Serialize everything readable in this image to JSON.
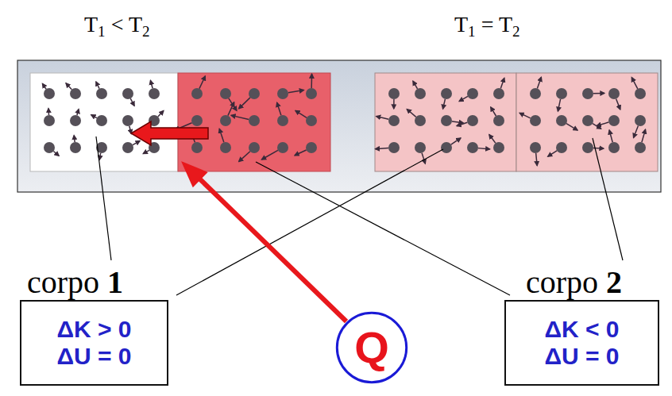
{
  "diagram": {
    "nodes": [
      {
        "text": [
          "ΔK > 0",
          "ΔU = 0"
        ]
      },
      {
        "text": [
          "Q"
        ]
      },
      {
        "text": [
          "ΔK < 0",
          "ΔU = 0"
        ]
      }
    ],
    "labels": [
      "T1 < T2",
      "T1 = T2",
      "corpo 1",
      "corpo 2"
    ]
  }
}
